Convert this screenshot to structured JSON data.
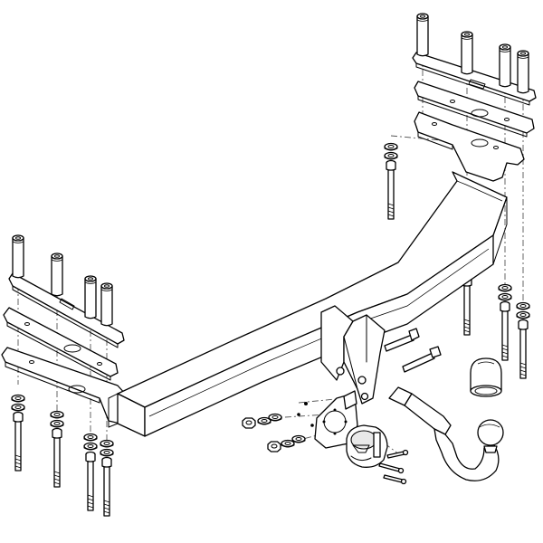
{
  "diagram": {
    "kind": "exploded-assembly-drawing",
    "subject": "tow-bar-hitch-kit",
    "line_color": "#000000",
    "background_color": "#ffffff",
    "parts": [
      {
        "id": "crossbar",
        "icon": "tow-bar-crossbar"
      },
      {
        "id": "right-bracket-plate",
        "icon": "mounting-plate"
      },
      {
        "id": "left-bracket-plate",
        "icon": "mounting-plate"
      },
      {
        "id": "right-spacer-plate",
        "icon": "spacer-plate"
      },
      {
        "id": "left-spacer-plate",
        "icon": "spacer-plate"
      },
      {
        "id": "right-stud-plate",
        "icon": "stud-plate"
      },
      {
        "id": "left-stud-plate",
        "icon": "stud-plate"
      },
      {
        "id": "bolts",
        "icon": "hex-bolt"
      },
      {
        "id": "washers",
        "icon": "washer"
      },
      {
        "id": "tow-ball-neck",
        "icon": "tow-ball"
      },
      {
        "id": "ball-cap",
        "icon": "ball-cover"
      },
      {
        "id": "socket-plate",
        "icon": "socket-bracket"
      },
      {
        "id": "electrical-socket",
        "icon": "socket"
      },
      {
        "id": "nuts",
        "icon": "hex-nut"
      }
    ]
  }
}
